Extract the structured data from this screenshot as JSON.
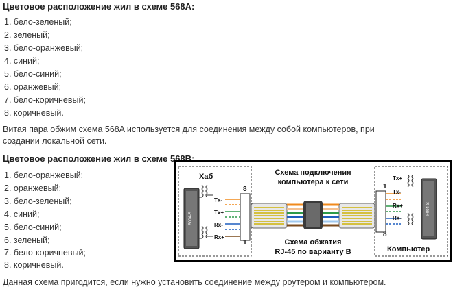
{
  "section_a": {
    "title": "Цветовое расположение жил в схеме 568A:",
    "items": [
      "1. бело-зеленый;",
      "2. зеленый;",
      "3. бело-оранжевый;",
      "4. синий;",
      "5. бело-синий;",
      "6. оранжевый;",
      "7. бело-коричневый;",
      "8. коричневый."
    ]
  },
  "paragraph_a": {
    "line1": "Витая пара обжим схема 568A используется для соединения между собой компьютеров, при",
    "line2": "создании локальной сети."
  },
  "section_b": {
    "title": "Цветовое расположение жил в схеме 568B:",
    "items": [
      "1. бело-оранжевый;",
      "2. оранжевый;",
      "3. бело-зеленый;",
      "4. синий;",
      "5. бело-синий;",
      "6. зеленый;",
      "7. бело-коричневый;",
      "8. коричневый."
    ]
  },
  "diagram": {
    "hub_label": "Хаб",
    "title_line1": "Схема подключения",
    "title_line2": "компьютера к сети",
    "crimp_line1": "Схема обжатия",
    "crimp_line2": "RJ-45 по варианту B",
    "computer_label": "Компьютер",
    "pin_8": "8",
    "pin_1": "1",
    "tx_plus": "Tx+",
    "tx_minus": "Tx-",
    "rx_plus": "Rx+",
    "rx_minus": "Rx-",
    "chip_left": "F004-S",
    "chip_right": "F004-S"
  },
  "closing_paragraph": "Данная схема пригодится, если нужно установить соединение между роутером и компьютером."
}
